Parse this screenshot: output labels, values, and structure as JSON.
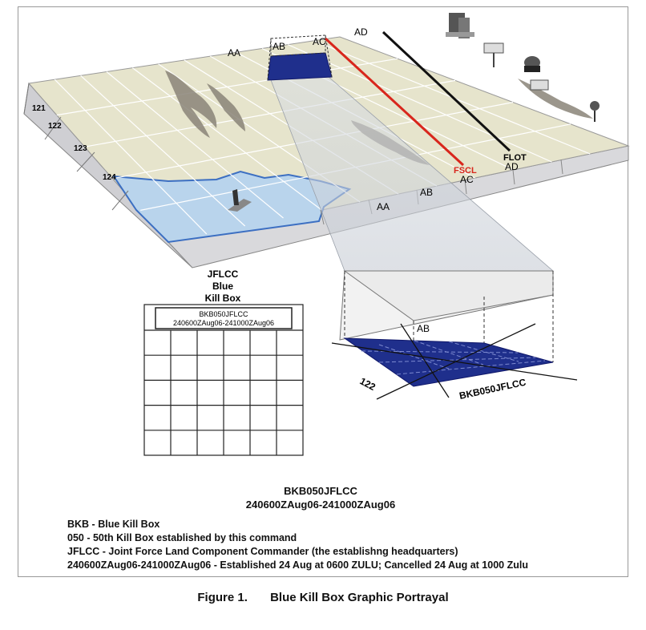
{
  "map": {
    "top_columns": [
      "AA",
      "AB",
      "AC",
      "AD"
    ],
    "side_rows": [
      "121",
      "122",
      "123",
      "124"
    ],
    "front_columns": [
      "AA",
      "AB",
      "AC",
      "AD"
    ],
    "fscl_label": "FSCL",
    "flot_label": "FLOT"
  },
  "jflcc_box": {
    "title_lines": [
      "JFLCC",
      "Blue",
      "Kill Box"
    ],
    "header_code": "BKB050JFLCC",
    "header_dates": "240600ZAug06-241000ZAug06"
  },
  "zoom": {
    "column_label": "AB",
    "row_label": "122",
    "box_code": "BKB050JFLCC"
  },
  "designation": {
    "code": "BKB050JFLCC",
    "dates": "240600ZAug06-241000ZAug06"
  },
  "legend": [
    "BKB - Blue Kill Box",
    "050 - 50th Kill Box established by this command",
    "JFLCC - Joint Force Land Component Commander (the establishng headquarters)",
    "240600ZAug06-241000ZAug06 - Established 24 Aug at 0600 ZULU; Cancelled 24 Aug at 1000 Zulu"
  ],
  "caption": {
    "number": "Figure 1.",
    "title": "Blue Kill Box Graphic Portrayal"
  },
  "colors": {
    "terrain": "#e6e4cc",
    "grid": "#ffffff",
    "side": "#c9c9cd",
    "kill_box": "#1f2f8c",
    "water": "#b7d3ec",
    "water_edge": "#3c6fc2",
    "fscl": "#d8261c",
    "flot": "#111111"
  }
}
